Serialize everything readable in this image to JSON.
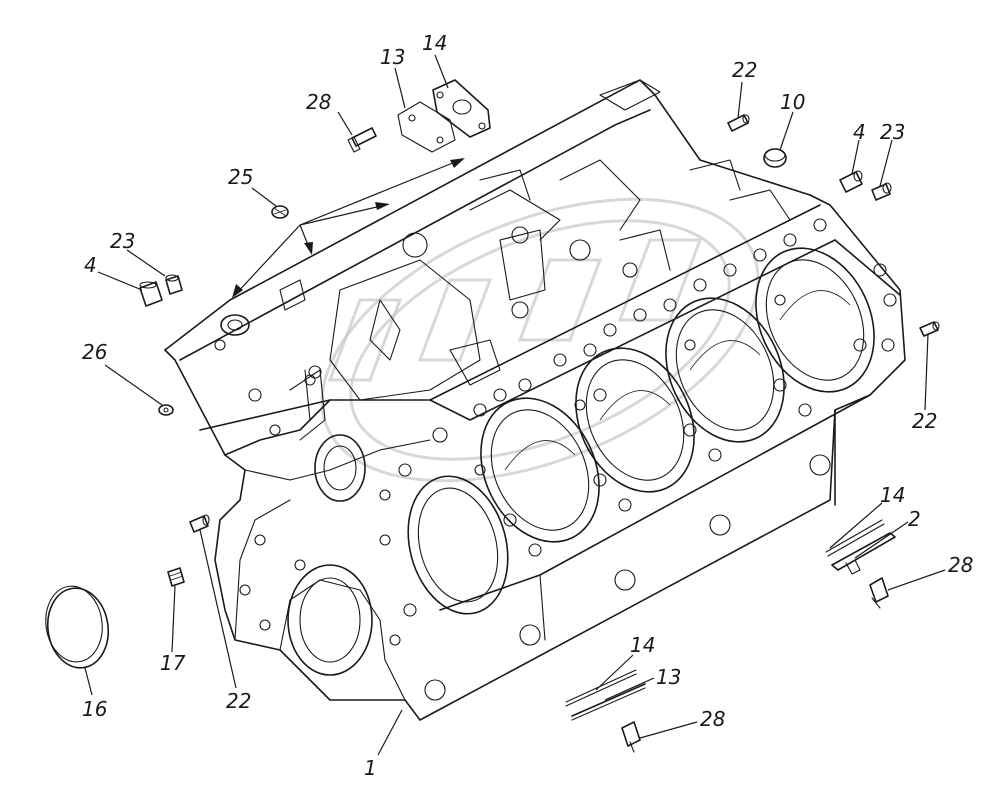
{
  "labels": {
    "l1": "1",
    "l2": "2",
    "l4a": "4",
    "l4b": "4",
    "l10": "10",
    "l13a": "13",
    "l13b": "13",
    "l14a": "14",
    "l14b": "14",
    "l14c": "14",
    "l16": "16",
    "l17": "17",
    "l22a": "22",
    "l22b": "22",
    "l22c": "22",
    "l23a": "23",
    "l23b": "23",
    "l25": "25",
    "l26": "26",
    "l28a": "28",
    "l28b": "28",
    "l28c": "28"
  },
  "icons": {
    "watermark": "orbit-logo-watermark"
  },
  "colors": {
    "ink": "#1a1a1a",
    "paper": "#ffffff",
    "watermark": "#c8c8c8"
  }
}
